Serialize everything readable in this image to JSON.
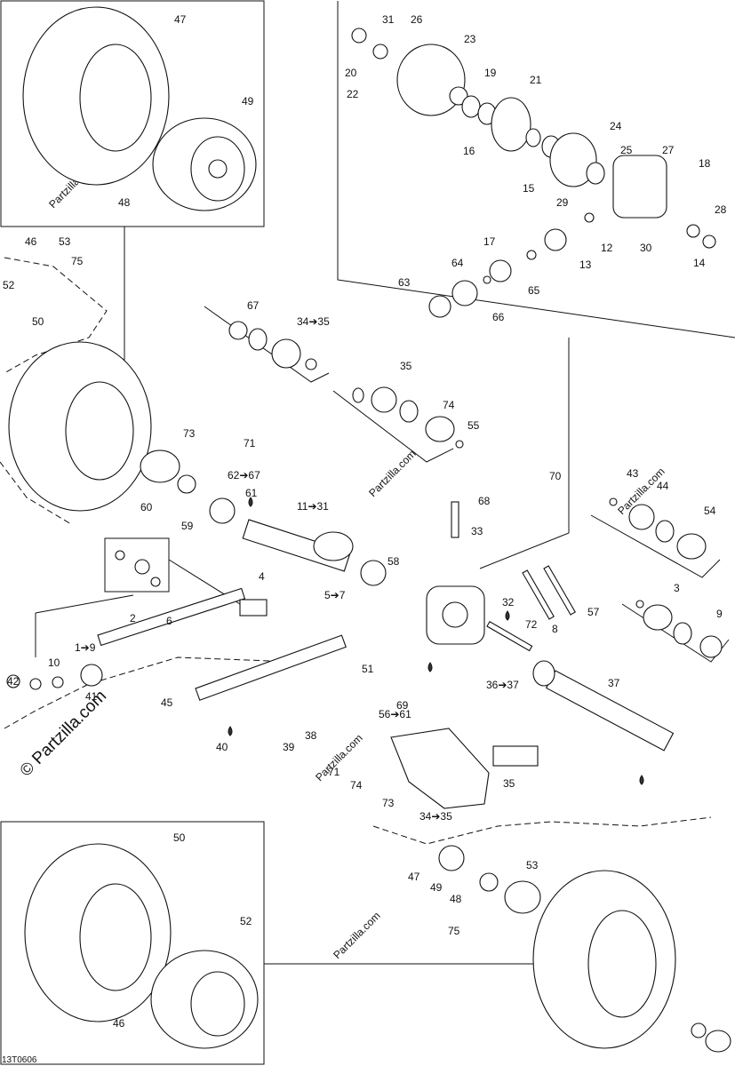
{
  "diagram_code": "13T0606",
  "watermark": "Partzilla.com",
  "watermark_main": "© Partzilla.com",
  "callouts": [
    "47",
    "49",
    "48",
    "46",
    "53",
    "75",
    "52",
    "50",
    "31",
    "26",
    "23",
    "20",
    "19",
    "22",
    "21",
    "24",
    "16",
    "25",
    "27",
    "18",
    "15",
    "29",
    "28",
    "17",
    "12",
    "30",
    "14",
    "13",
    "63",
    "64",
    "65",
    "66",
    "67",
    "34➔35",
    "35",
    "74",
    "55",
    "73",
    "71",
    "62➔67",
    "61",
    "60",
    "59",
    "11➔31",
    "43",
    "44",
    "54",
    "70",
    "68",
    "33",
    "32",
    "58",
    "57",
    "72",
    "8",
    "3",
    "9",
    "5➔7",
    "4",
    "2",
    "6",
    "1➔9",
    "10",
    "42",
    "41",
    "45",
    "51",
    "69",
    "56➔61",
    "38",
    "40",
    "39",
    "36➔37",
    "37",
    "71",
    "74",
    "73",
    "34➔35",
    "35",
    "47",
    "49",
    "48",
    "75",
    "53",
    "50",
    "52",
    "46"
  ]
}
